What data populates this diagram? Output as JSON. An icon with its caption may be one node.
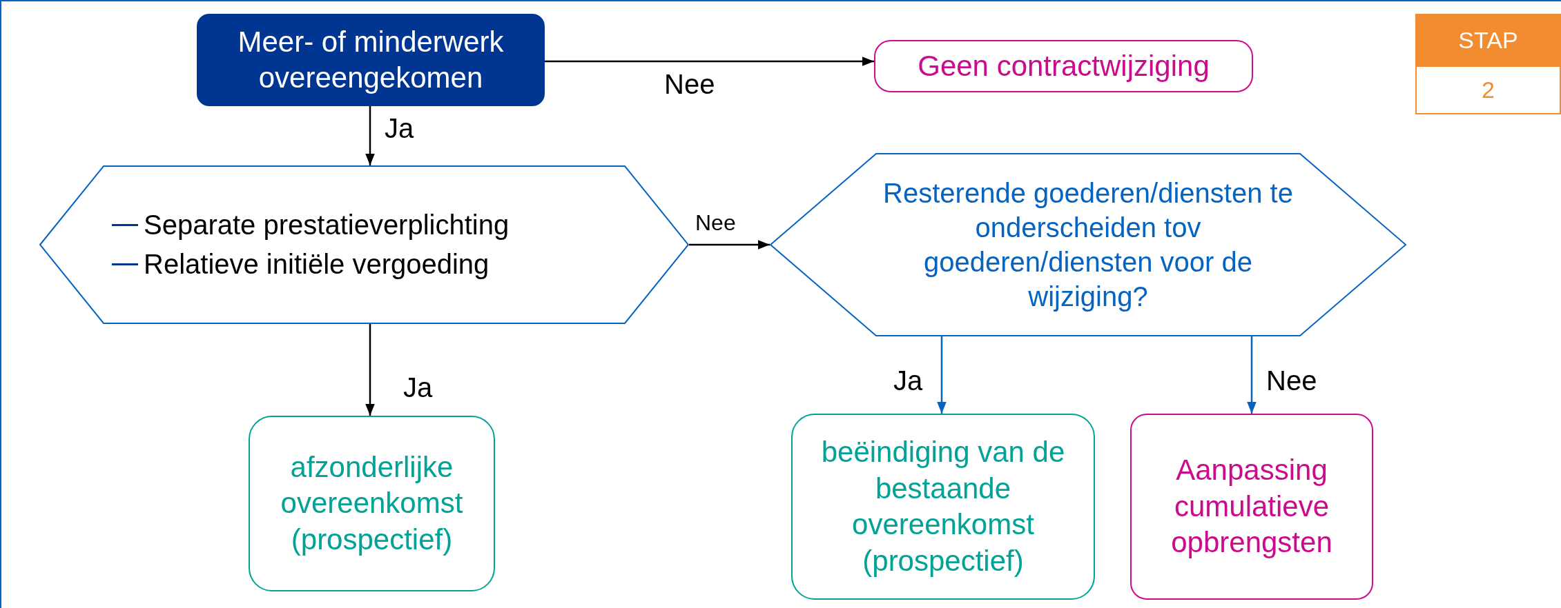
{
  "diagram": {
    "nodes": [
      {
        "text": [
          "Meer- of minderwerk overeengekomen"
        ]
      },
      {
        "text": [
          "Geen contractwijziging"
        ]
      },
      {
        "text": [
          "STAP",
          "2"
        ]
      },
      {
        "text": [
          "Separate prestatieverplichting",
          "Relatieve initiële vergoeding"
        ]
      },
      {
        "text": [
          "Resterende goederen/diensten te onderscheiden tov goederen/diensten voor de wijziging?"
        ]
      },
      {
        "text": [
          "afzonderlijke overeenkomst (prospectief)"
        ]
      },
      {
        "text": [
          "beëindiging van de bestaande overeenkomst (prospectief)"
        ]
      },
      {
        "text": [
          "Aanpassing cumulatieve opbrengsten"
        ]
      }
    ],
    "edges": [
      {
        "from": 0,
        "to": 1,
        "arrow": "to",
        "label": "Nee"
      },
      {
        "from": 0,
        "to": 3,
        "arrow": "to",
        "label": "Ja"
      },
      {
        "from": 3,
        "to": 4,
        "arrow": "to",
        "label": "Nee"
      },
      {
        "from": 3,
        "to": 5,
        "arrow": "to",
        "label": "Ja"
      },
      {
        "from": 4,
        "to": 6,
        "arrow": "to",
        "label": "Ja",
        "color": "#0563c1"
      },
      {
        "from": 4,
        "to": 7,
        "arrow": "to",
        "label": "Nee",
        "color": "#0563c1"
      }
    ]
  }
}
